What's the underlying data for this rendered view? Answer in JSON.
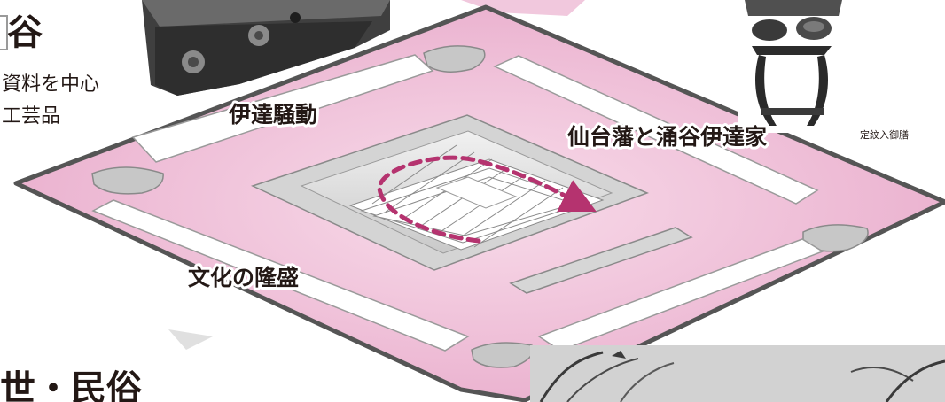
{
  "heading_top": "谷",
  "intro_lines": [
    "資料を中心",
    "工芸品"
  ],
  "heading_bottom": "世・民俗",
  "zone_labels": {
    "north_west": "伊達騒動",
    "north_east": "仙台藩と涌谷伊達家",
    "south_west": "文化の隆盛"
  },
  "photo_caption": "定紋入御膳",
  "colors": {
    "floor_pink": "#f3cfe2",
    "wall_dark": "#555555",
    "route_arrow": "#b5336f",
    "label_stroke": "#ffffff",
    "text": "#231815"
  }
}
